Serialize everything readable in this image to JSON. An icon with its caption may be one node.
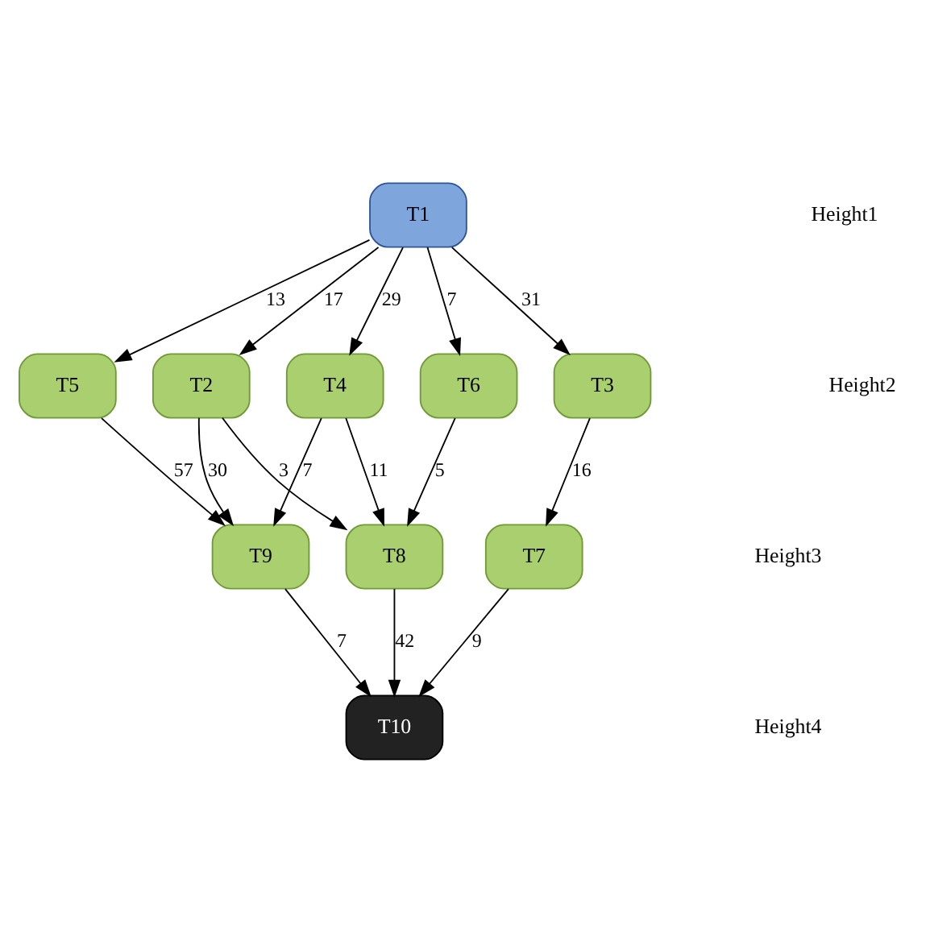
{
  "diagram": {
    "nodes": [
      {
        "text": [
          "T1"
        ]
      },
      {
        "text": [
          "T2"
        ]
      },
      {
        "text": [
          "T3"
        ]
      },
      {
        "text": [
          "T4"
        ]
      },
      {
        "text": [
          "T5"
        ]
      },
      {
        "text": [
          "T6"
        ]
      },
      {
        "text": [
          "T7"
        ]
      },
      {
        "text": [
          "T8"
        ]
      },
      {
        "text": [
          "T9"
        ]
      },
      {
        "text": [
          "T10"
        ]
      }
    ],
    "edges": [
      {
        "from": 0,
        "to": 1,
        "arrow": "to",
        "label": "17"
      },
      {
        "from": 0,
        "to": 2,
        "arrow": "to",
        "label": "31"
      },
      {
        "from": 0,
        "to": 3,
        "arrow": "to",
        "label": "29"
      },
      {
        "from": 0,
        "to": 4,
        "arrow": "to",
        "label": "13"
      },
      {
        "from": 0,
        "to": 5,
        "arrow": "to",
        "label": "7"
      },
      {
        "from": 1,
        "to": 7,
        "arrow": "to",
        "label": "3"
      },
      {
        "from": 1,
        "to": 8,
        "arrow": "to",
        "label": "30"
      },
      {
        "from": 2,
        "to": 6,
        "arrow": "to",
        "label": "16"
      },
      {
        "from": 3,
        "to": 7,
        "arrow": "to",
        "label": "11"
      },
      {
        "from": 3,
        "to": 8,
        "arrow": "to",
        "label": "7"
      },
      {
        "from": 4,
        "to": 8,
        "arrow": "to",
        "label": "57"
      },
      {
        "from": 5,
        "to": 7,
        "arrow": "to",
        "label": "5"
      },
      {
        "from": 6,
        "to": 9,
        "arrow": "to",
        "label": "9"
      },
      {
        "from": 7,
        "to": 9,
        "arrow": "to",
        "label": "42"
      },
      {
        "from": 8,
        "to": 9,
        "arrow": "to",
        "label": "7"
      }
    ],
    "labels": [
      "Height1",
      "Height2",
      "Height3",
      "Height4"
    ]
  }
}
